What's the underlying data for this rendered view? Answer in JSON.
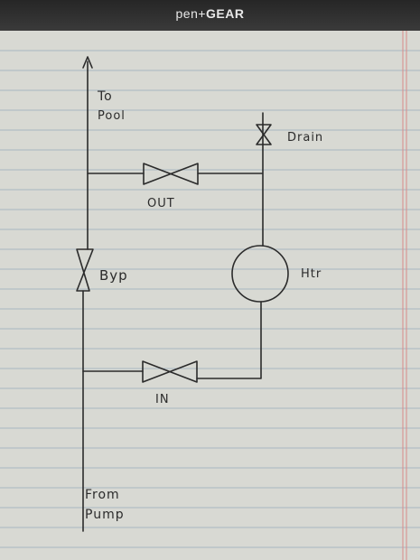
{
  "notebook": {
    "brand_prefix": "pen+",
    "brand_suffix": "GEAR"
  },
  "diagram": {
    "labels": {
      "to_pool_line1": "To",
      "to_pool_line2": "Pool",
      "drain": "Drain",
      "out": "OUT",
      "byp": "Byp",
      "htr": "Htr",
      "in": "IN",
      "from_pump_line1": "From",
      "from_pump_line2": "Pump"
    }
  }
}
